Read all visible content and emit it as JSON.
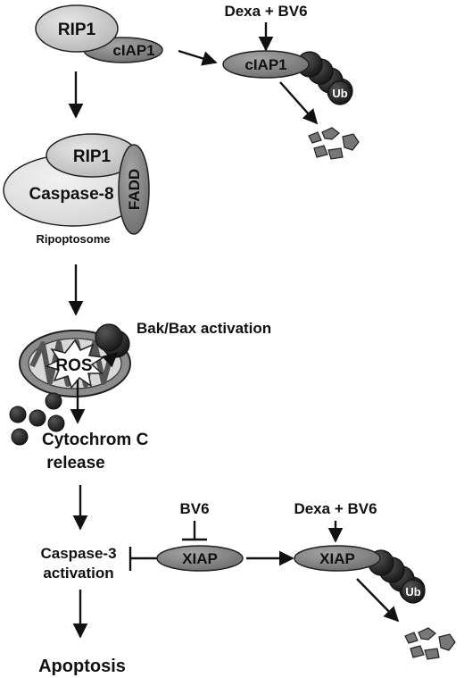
{
  "labels": {
    "rip1_top": "RIP1",
    "ciap1_left": "cIAP1",
    "ciap1_right": "cIAP1",
    "ub_top": "Ub",
    "dexa_bv6_top": "Dexa + BV6",
    "rip1_ripo": "RIP1",
    "caspase8": "Caspase-8",
    "fadd": "FADD",
    "ripoptosome": "Ripoptosome",
    "ros": "ROS",
    "bak_bax": "Bak/Bax activation",
    "cytochrom_c": "Cytochrom C",
    "release": "release",
    "caspase3": "Caspase-3",
    "activation": "activation",
    "bv6": "BV6",
    "xiap_left": "XIAP",
    "dexa_bv6_bottom": "Dexa + BV6",
    "xiap_right": "XIAP",
    "ub_bottom": "Ub",
    "apoptosis": "Apoptosis"
  },
  "colors": {
    "light_oval": "#cccccc",
    "very_light_oval": "#e4e4e4",
    "mid_oval": "#8a8a8a",
    "dark_ball": "#333333",
    "outline": "#222222",
    "fragment": "#777777"
  },
  "icons": {
    "degradation": "protein-fragments",
    "ubiquitin_chain": "ubiquitin-balls",
    "mitochondrion": "mitochondrion-shape",
    "cytochrome_c": "cytochrome-c-dots"
  }
}
